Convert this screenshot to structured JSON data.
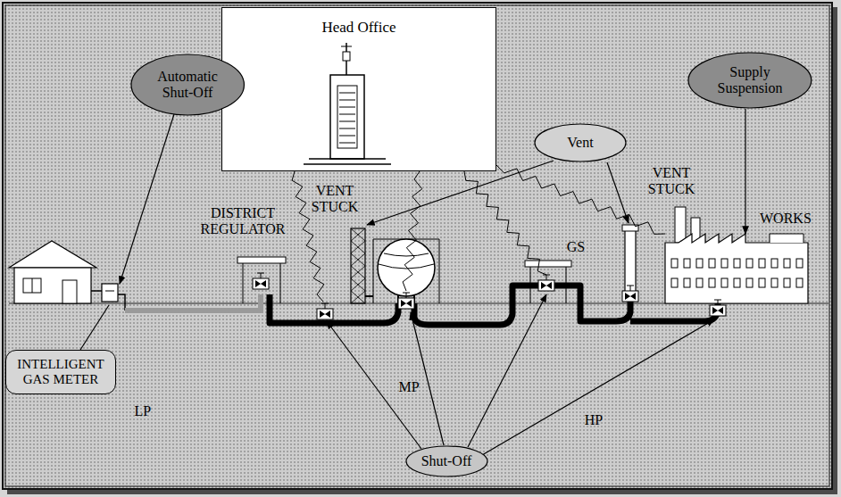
{
  "diagram": {
    "nodes": [
      {
        "text": [
          "Head Office"
        ]
      },
      {
        "text": [
          "Automatic Shut-Off"
        ]
      },
      {
        "text": [
          "Supply Suspension"
        ]
      },
      {
        "text": [
          "Vent"
        ]
      },
      {
        "text": [
          "INTELLIGENT GAS METER"
        ]
      },
      {
        "text": [
          "Shut-Off"
        ]
      }
    ],
    "labels": [
      "DISTRICT REGULATOR",
      "VENT STUCK",
      "VENT STUCK",
      "GS",
      "WORKS",
      "LP",
      "MP",
      "HP"
    ]
  }
}
